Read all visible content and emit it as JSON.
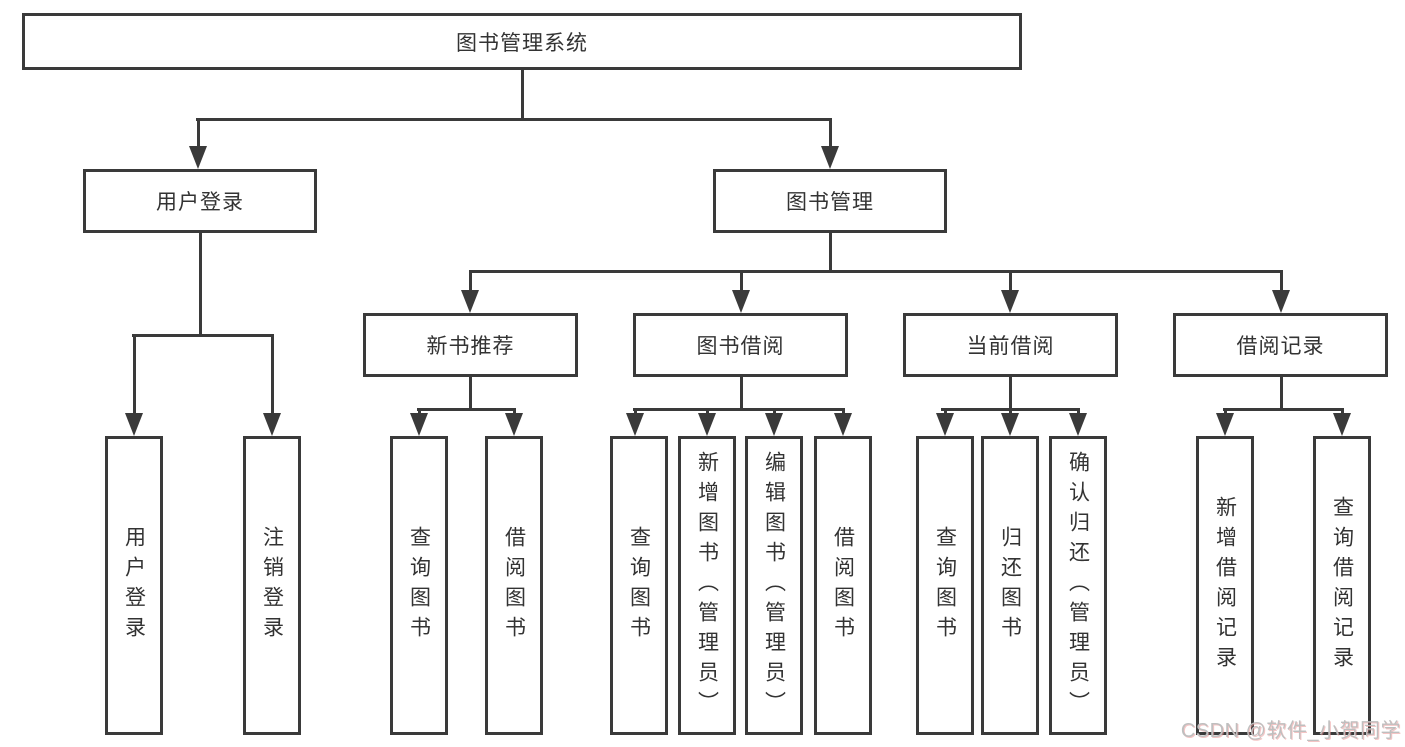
{
  "tree": {
    "label": "图书管理系统",
    "children": [
      {
        "label": "用户登录",
        "children": [
          {
            "label": "用户登录"
          },
          {
            "label": "注销登录"
          }
        ]
      },
      {
        "label": "图书管理",
        "children": [
          {
            "label": "新书推荐",
            "children": [
              {
                "label": "查询图书"
              },
              {
                "label": "借阅图书"
              }
            ]
          },
          {
            "label": "图书借阅",
            "children": [
              {
                "label": "查询图书"
              },
              {
                "label": "新增图书（管理员）"
              },
              {
                "label": "编辑图书（管理员）"
              },
              {
                "label": "借阅图书"
              }
            ]
          },
          {
            "label": "当前借阅",
            "children": [
              {
                "label": "查询图书"
              },
              {
                "label": "归还图书"
              },
              {
                "label": "确认归还（管理员）"
              }
            ]
          },
          {
            "label": "借阅记录",
            "children": [
              {
                "label": "新增借阅记录"
              },
              {
                "label": "查询借阅记录"
              }
            ]
          }
        ]
      }
    ]
  },
  "watermark": {
    "text": "CSDN @软件_小贺同学"
  },
  "colors": {
    "line": "#3a3a3a",
    "box_border": "#3a3a3a",
    "box_fill": "#ffffff",
    "text": "#333333",
    "watermark": "#bfbfbf"
  }
}
